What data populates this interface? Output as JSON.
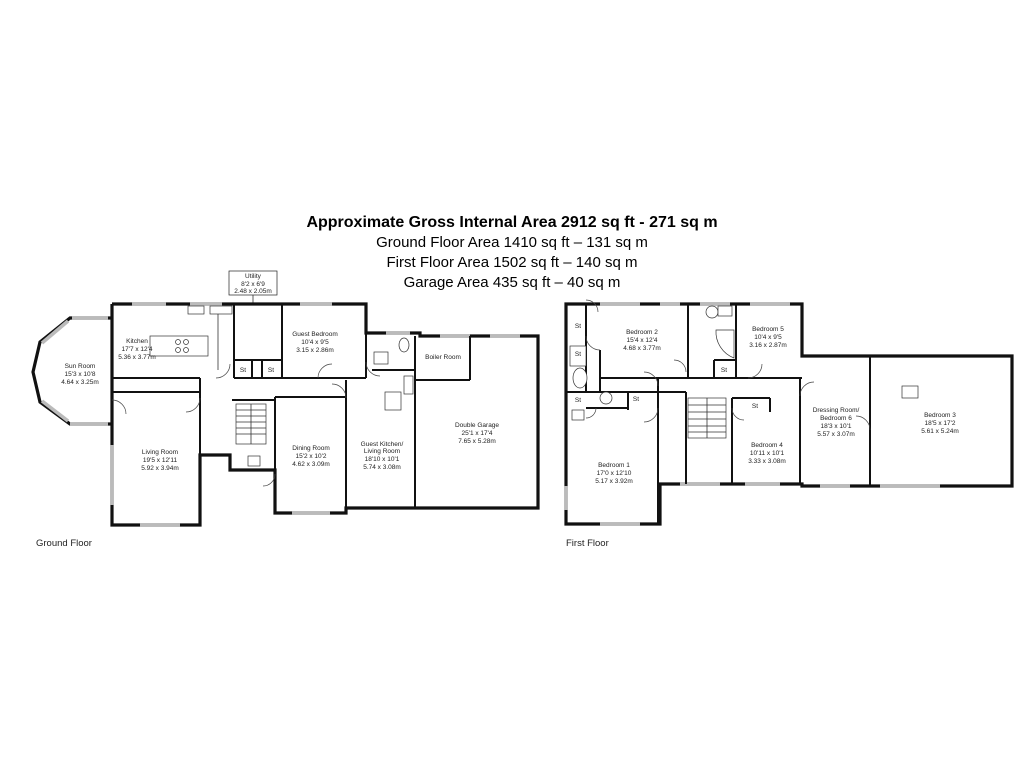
{
  "header": {
    "title": "Approximate Gross Internal Area 2912 sq ft - 271 sq m",
    "ground": "Ground Floor Area 1410 sq ft – 131 sq m",
    "first": "First Floor Area 1502 sq ft – 140 sq m",
    "garage": "Garage Area 435 sq ft – 40 sq m"
  },
  "floors": {
    "ground_label": "Ground Floor",
    "first_label": "First Floor"
  },
  "rooms": {
    "utility": {
      "name": "Utility",
      "imperial": "8'2 x 6'9",
      "metric": "2.48 x 2.05m"
    },
    "kitchen": {
      "name": "Kitchen",
      "imperial": "17'7 x 12'4",
      "metric": "5.36 x 3.77m"
    },
    "sun_room": {
      "name": "Sun Room",
      "imperial": "15'3 x 10'8",
      "metric": "4.64 x 3.25m"
    },
    "guest_bedroom": {
      "name": "Guest Bedroom",
      "imperial": "10'4 x 9'5",
      "metric": "3.15 x 2.86m"
    },
    "boiler_room": {
      "name": "Boiler Room"
    },
    "double_garage": {
      "name": "Double Garage",
      "imperial": "25'1 x 17'4",
      "metric": "7.65 x 5.28m"
    },
    "living_room": {
      "name": "Living Room",
      "imperial": "19'5 x 12'11",
      "metric": "5.92 x 3.94m"
    },
    "dining_room": {
      "name": "Dining Room",
      "imperial": "15'2 x 10'2",
      "metric": "4.62 x 3.09m"
    },
    "guest_kitchen": {
      "name1": "Guest Kitchen/",
      "name2": "Living Room",
      "imperial": "18'10 x 10'1",
      "metric": "5.74 x 3.08m"
    },
    "bedroom2": {
      "name": "Bedroom 2",
      "imperial": "15'4 x 12'4",
      "metric": "4.68 x 3.77m"
    },
    "bedroom5": {
      "name": "Bedroom 5",
      "imperial": "10'4 x 9'5",
      "metric": "3.16 x 2.87m"
    },
    "bedroom1": {
      "name": "Bedroom 1",
      "imperial": "17'0 x 12'10",
      "metric": "5.17 x 3.92m"
    },
    "bedroom4": {
      "name": "Bedroom 4",
      "imperial": "10'11 x 10'1",
      "metric": "3.33 x 3.08m"
    },
    "dressing": {
      "name1": "Dressing Room/",
      "name2": "Bedroom 6",
      "imperial": "18'3 x 10'1",
      "metric": "5.57 x 3.07m"
    },
    "bedroom3": {
      "name": "Bedroom 3",
      "imperial": "18'5 x 17'2",
      "metric": "5.61 x 5.24m"
    }
  },
  "storage_label": "St"
}
